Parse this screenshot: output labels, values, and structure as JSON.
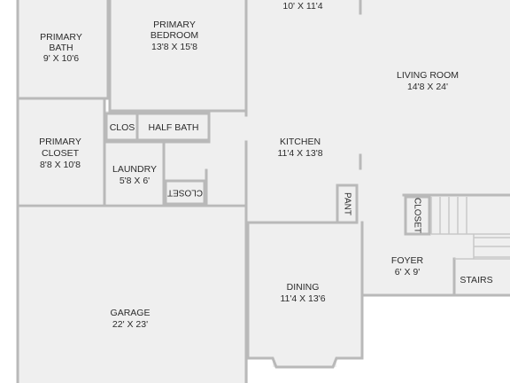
{
  "rooms": {
    "primary_bath": {
      "name": "PRIMARY",
      "name2": "BATH",
      "dims": "9' X 10'6"
    },
    "primary_bedroom": {
      "name": "PRIMARY",
      "name2": "BEDROOM",
      "dims": "13'8 X 15'8"
    },
    "top_room": {
      "dims": "10' X 11'4"
    },
    "living_room": {
      "name": "LIVING ROOM",
      "dims": "14'8 X 24'"
    },
    "clos": {
      "name": "CLOS"
    },
    "half_bath": {
      "name": "HALF BATH"
    },
    "primary_closet": {
      "name": "PRIMARY",
      "name2": "CLOSET",
      "dims": "8'8 X 10'8"
    },
    "laundry": {
      "name": "LAUNDRY",
      "dims": "5'8 X 6'"
    },
    "closet_small": {
      "name": "CLOSET"
    },
    "kitchen": {
      "name": "KITCHEN",
      "dims": "11'4 X 13'8"
    },
    "pant": {
      "name": "PANT"
    },
    "closet_foyer": {
      "name": "CLOSET"
    },
    "foyer": {
      "name": "FOYER",
      "dims": "6' X 9'"
    },
    "stairs": {
      "name": "STAIRS"
    },
    "garage": {
      "name": "GARAGE",
      "dims": "22' X 23'"
    },
    "dining": {
      "name": "DINING",
      "dims": "11'4 X 13'6"
    }
  },
  "colors": {
    "floor": "#efefef",
    "wall": "#b9b9b9",
    "background": "#ffffff",
    "text": "#2b2b2b"
  }
}
